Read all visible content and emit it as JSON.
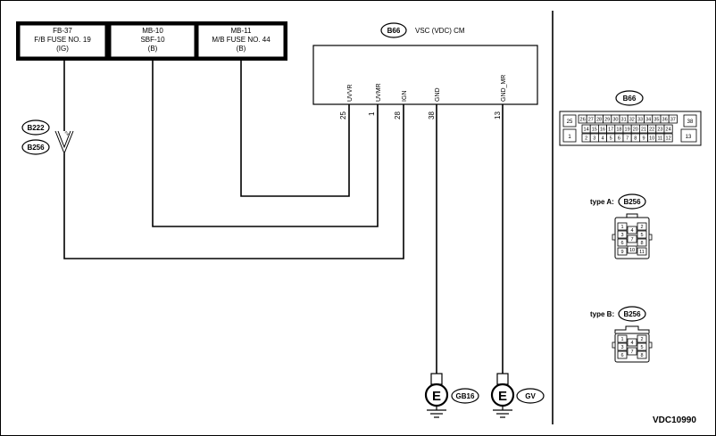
{
  "fuses": [
    {
      "id": "FB-37",
      "name": "F/B FUSE NO. 19",
      "sub": "(IG)"
    },
    {
      "id": "MB-10",
      "name": "SBF-10",
      "sub": "(B)"
    },
    {
      "id": "MB-11",
      "name": "M/B FUSE NO. 44",
      "sub": "(B)"
    }
  ],
  "module": {
    "connector": "B66",
    "name": "VSC (VDC) CM"
  },
  "pins": [
    {
      "num": "25",
      "label": "UVVR"
    },
    {
      "num": "1",
      "label": "UVMR"
    },
    {
      "num": "28",
      "label": "IGN"
    },
    {
      "num": "38",
      "label": "GND"
    },
    {
      "num": "13",
      "label": "GND_MR"
    }
  ],
  "inline_connectors": [
    "B222",
    "B256"
  ],
  "inline_pin": "2",
  "grounds": [
    {
      "symbol": "E",
      "label": "GB16"
    },
    {
      "symbol": "E",
      "label": "GV"
    }
  ],
  "b66_face": {
    "label": "B66",
    "left_top": "25",
    "left_bottom": "1",
    "row1": [
      "26",
      "27",
      "28",
      "29",
      "30",
      "31",
      "32",
      "33",
      "34",
      "35",
      "36",
      "37"
    ],
    "row2": [
      "14",
      "15",
      "16",
      "17",
      "18",
      "19",
      "20",
      "21",
      "22",
      "23",
      "24"
    ],
    "row3": [
      "2",
      "3",
      "4",
      "5",
      "6",
      "7",
      "8",
      "9",
      "10",
      "11",
      "12"
    ],
    "right_top": "38",
    "right_bottom": "13"
  },
  "type_a": {
    "prefix": "type A:",
    "label": "B256",
    "pins": [
      "1",
      "2",
      "3",
      "4",
      "5",
      "6",
      "7",
      "8",
      "9",
      "10",
      "11"
    ]
  },
  "type_b": {
    "prefix": "type B:",
    "label": "B256",
    "pins": [
      "1",
      "2",
      "3",
      "4",
      "5",
      "6",
      "7",
      "8"
    ]
  },
  "figure_id": "VDC10990"
}
